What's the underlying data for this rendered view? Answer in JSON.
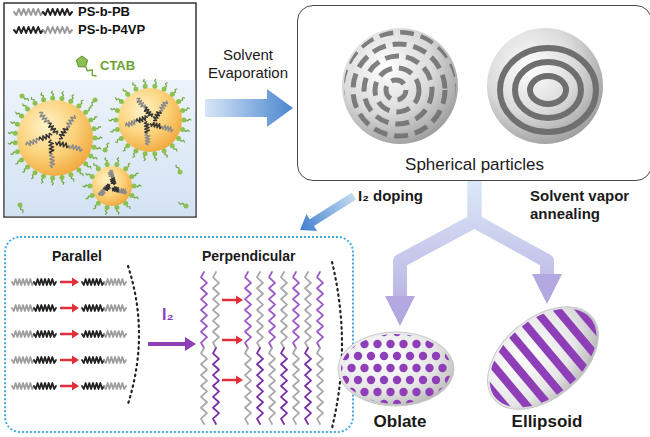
{
  "diagram": {
    "nodes": [
      {
        "text": [
          "Spherical particles"
        ]
      },
      {
        "text": [
          "Parallel",
          "Perpendicular",
          "I₂"
        ]
      },
      {
        "text": [
          "Oblate"
        ]
      },
      {
        "text": [
          "Ellipsoid"
        ]
      }
    ],
    "edges": [
      {
        "from": 0,
        "to": 2,
        "arrow": "to"
      },
      {
        "from": 0,
        "to": 3,
        "arrow": "to"
      }
    ],
    "labels": [
      "Solvent Evaporation",
      "I₂ doping",
      "Solvent vapor annealing"
    ],
    "legend": [
      {
        "text": "PS-b-PB"
      },
      {
        "text": "PS-b-P4VP"
      },
      {
        "text": "CTAB"
      }
    ]
  }
}
